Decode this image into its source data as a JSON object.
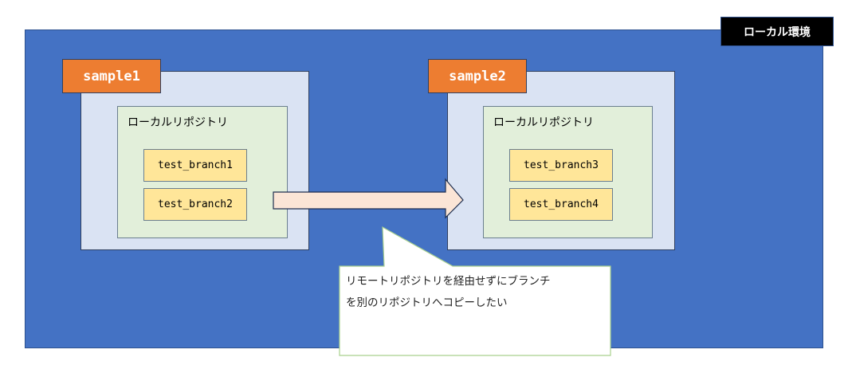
{
  "environment": {
    "label": "ローカル環境",
    "color": "#4472c4"
  },
  "projects": [
    {
      "name": "sample1",
      "repository_label": "ローカルリポジトリ",
      "branches": [
        "test_branch1",
        "test_branch2"
      ]
    },
    {
      "name": "sample2",
      "repository_label": "ローカルリポジトリ",
      "branches": [
        "test_branch3",
        "test_branch4"
      ]
    }
  ],
  "arrow": {
    "from": "sample1",
    "to": "sample2",
    "color": "#fbe5d6"
  },
  "callout": {
    "lines": [
      "リモートリポジトリを経由せずにブランチ",
      "を別のリポジトリへコピーしたい"
    ]
  },
  "colors": {
    "tab": "#ed7d31",
    "panel": "#dae3f3",
    "repo": "#e2efda",
    "branch": "#ffe699"
  }
}
